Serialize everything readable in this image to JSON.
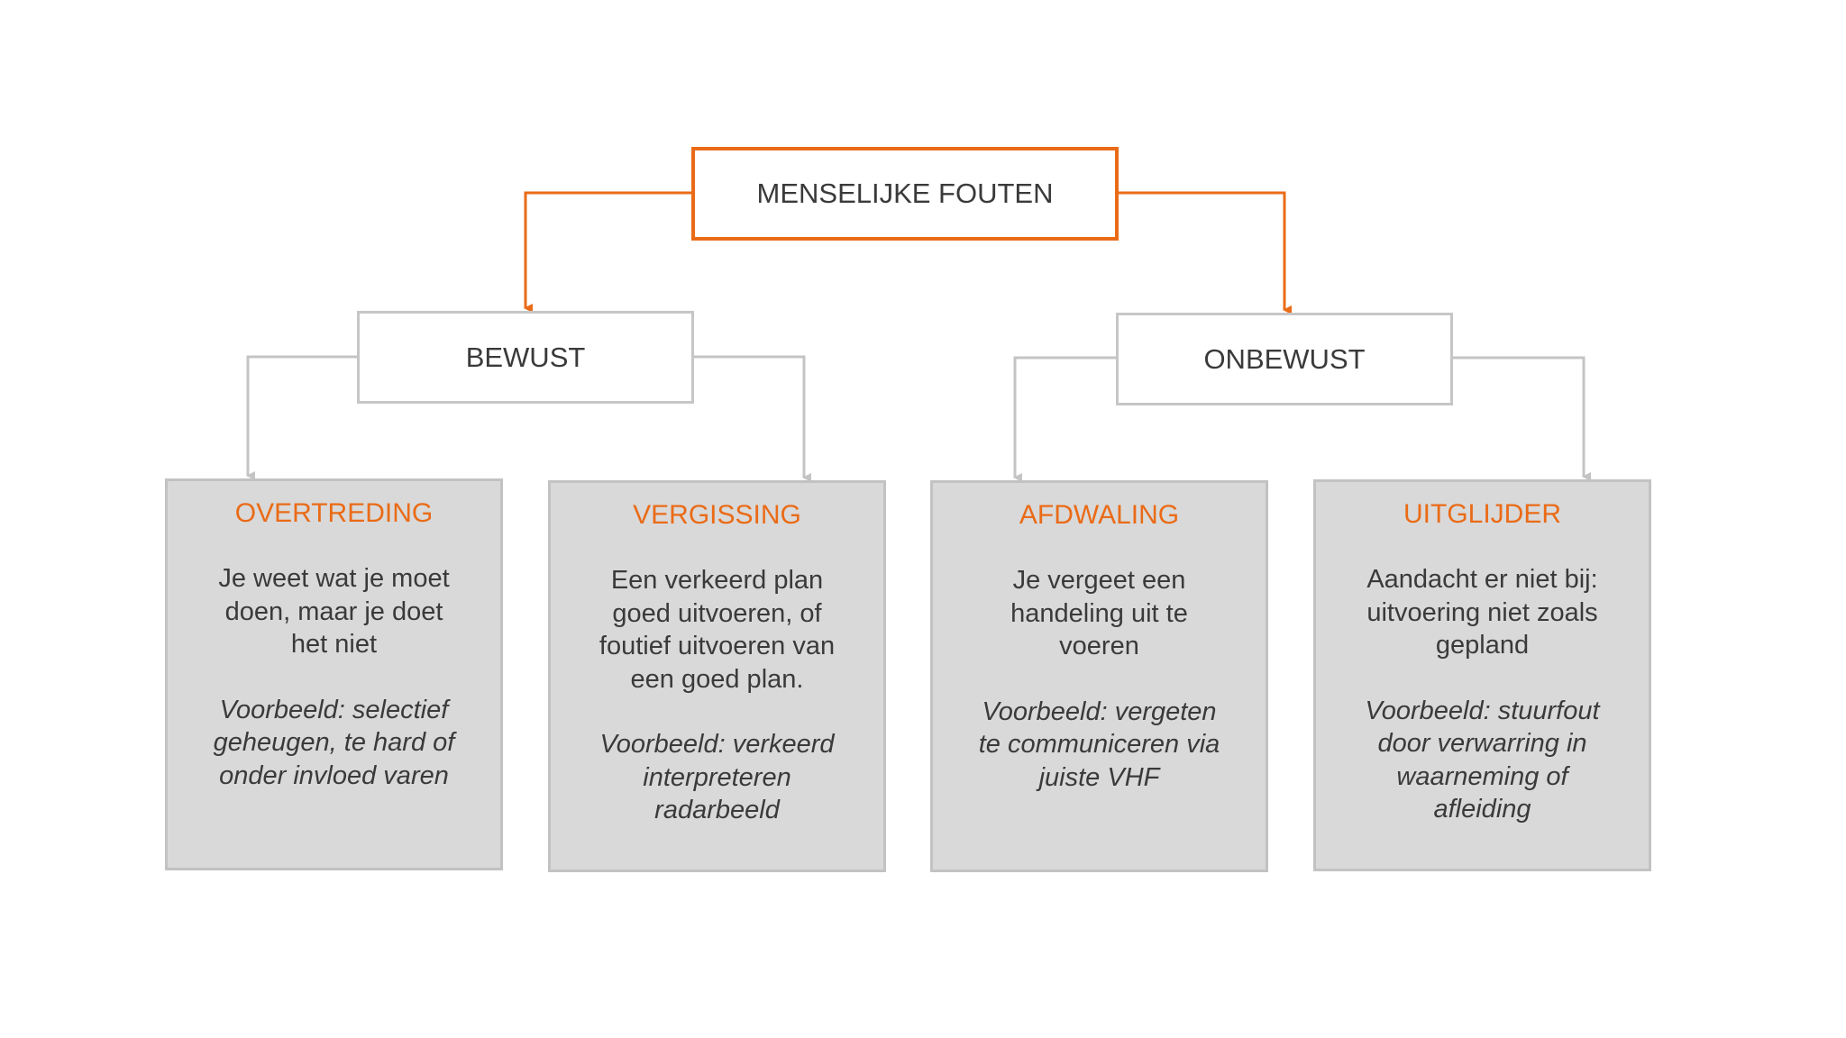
{
  "colors": {
    "accent": "#ea6b17",
    "box_border": "#c6c6c6",
    "leaf_fill": "#d9d9d9",
    "text": "#3a3a3a",
    "connector_gray": "#c4c4c4"
  },
  "root": {
    "label": "MENSELIJKE FOUTEN"
  },
  "categories": [
    {
      "label": "BEWUST",
      "children": [
        {
          "title": "OVERTREDING",
          "description": "Je weet wat je moet\ndoen, maar je doet\nhet niet",
          "example": "Voorbeeld: selectief\ngeheugen, te hard of\nonder invloed varen"
        },
        {
          "title": "VERGISSING",
          "description": "Een verkeerd plan\ngoed uitvoeren, of\nfoutief uitvoeren van\neen goed plan.",
          "example": "Voorbeeld: verkeerd\ninterpreteren\nradarbeeld"
        }
      ]
    },
    {
      "label": "ONBEWUST",
      "children": [
        {
          "title": "AFDWALING",
          "description": "Je vergeet een\nhandeling uit te\nvoeren",
          "example": "Voorbeeld: vergeten\nte communiceren via\njuiste VHF"
        },
        {
          "title": "UITGLIJDER",
          "description": "Aandacht er niet bij:\nuitvoering niet zoals\ngepland",
          "example": "Voorbeeld: stuurfout\ndoor verwarring in\nwaarneming of\nafleiding"
        }
      ]
    }
  ]
}
